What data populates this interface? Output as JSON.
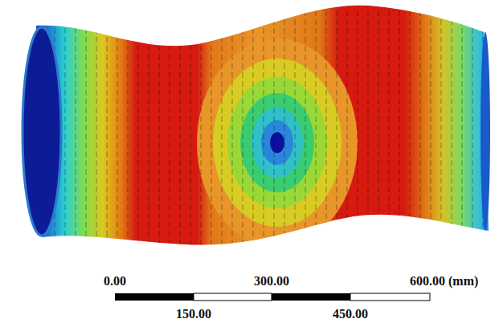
{
  "diagram": {
    "labels": [
      "0.00",
      "300.00",
      "600.00 (mm)",
      "150.00",
      "450.00"
    ]
  }
}
